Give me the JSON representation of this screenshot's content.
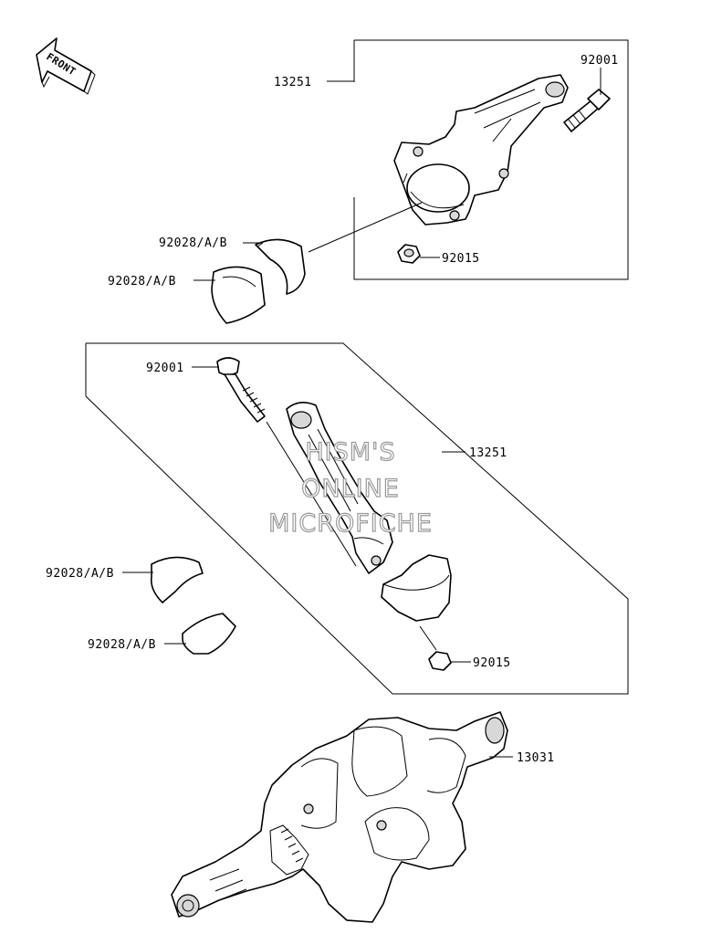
{
  "front_badge": {
    "label": "FRONT"
  },
  "watermark": {
    "lines": [
      "HISM'S",
      "ONLINE",
      "MICROFICHE"
    ]
  },
  "callouts": {
    "rod_upper": "13251",
    "bolt_upper": "92001",
    "nut_upper": "92015",
    "bearing_upper_1": "92028/A/B",
    "bearing_upper_2": "92028/A/B",
    "bolt_lower": "92001",
    "rod_lower": "13251",
    "bearing_lower_1": "92028/A/B",
    "bearing_lower_2": "92028/A/B",
    "nut_lower": "92015",
    "crankshaft": "13031"
  }
}
